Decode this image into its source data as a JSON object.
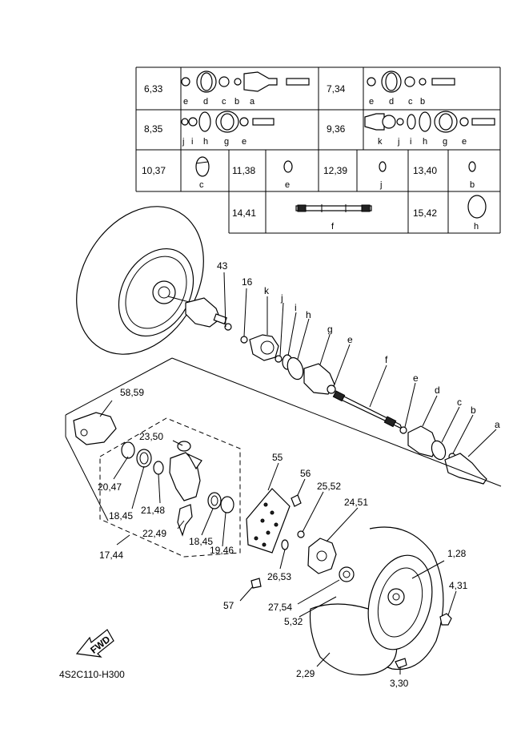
{
  "ref_table": {
    "rows": [
      {
        "a": {
          "num": "6,33",
          "letters": [
            "e",
            "d",
            "c",
            "b",
            "a"
          ]
        },
        "b": {
          "num": "7,34",
          "letters": [
            "e",
            "d",
            "c",
            "b"
          ]
        }
      },
      {
        "a": {
          "num": "8,35",
          "letters": [
            "j",
            "i",
            "h",
            "g",
            "e"
          ]
        },
        "b": {
          "num": "9,36",
          "letters": [
            "k",
            "j",
            "i",
            "h",
            "g",
            "e"
          ]
        }
      },
      {
        "cells": [
          {
            "num": "10,37",
            "letter": "c"
          },
          {
            "num": "11,38",
            "letter": "e"
          },
          {
            "num": "12,39",
            "letter": "j"
          },
          {
            "num": "13,40",
            "letter": "b"
          }
        ]
      },
      {
        "cells": [
          {
            "num": "14,41",
            "letter": "f"
          },
          {
            "num": "15,42",
            "letter": "h"
          }
        ]
      }
    ]
  },
  "callouts": {
    "c43": "43",
    "c16": "16",
    "k": "k",
    "j": "j",
    "i": "i",
    "h": "h",
    "g": "g",
    "e1": "e",
    "f": "f",
    "e2": "e",
    "d": "d",
    "c": "c",
    "b": "b",
    "a": "a",
    "c5859": "58,59",
    "c2350": "23,50",
    "c55": "55",
    "c56": "56",
    "c2552": "25,52",
    "c2451": "24,51",
    "c2047": "20,47",
    "c1845a": "18,45",
    "c2148": "21,48",
    "c2249": "22,49",
    "c1845b": "18,45",
    "c1946": "19,46",
    "c1744": "17,44",
    "c2653": "26,53",
    "c128": "1,28",
    "c431": "4,31",
    "c57": "57",
    "c2754": "27,54",
    "c532": "5,32",
    "c229": "2,29",
    "c330": "3,30"
  },
  "fwd_label": "FWD",
  "diagram_code": "4S2C110-H300"
}
